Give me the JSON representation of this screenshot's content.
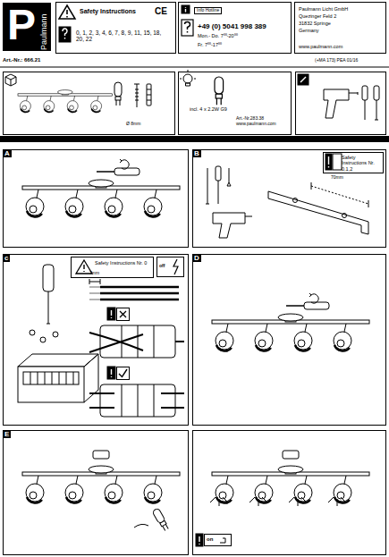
{
  "diagram": {
    "nodes": [
      {
        "text": [
          "P",
          "Paulmann"
        ]
      },
      {
        "text": [
          "Safety Instructions",
          "CE",
          "0, 1, 2, 3, 4, 6, 7, 8, 9, 11, 15, 18, 20, 22"
        ]
      },
      {
        "text": [
          "Info Hotline",
          "+49 (0) 5041 998 389",
          "Mon.- Do. 7⁰⁰-20⁰⁰",
          "Fr. 7⁰⁰-17⁰⁰"
        ]
      },
      {
        "text": [
          "Paulmann Licht GmbH",
          "Quezinger Feld 2",
          "31832 Springe",
          "Germany",
          "www.paulmann.com"
        ]
      },
      {
        "text": [
          "Ø 8mm"
        ]
      },
      {
        "text": [
          "incl. 4 x 2.2W G9",
          "Art.-Nr.283.38 www.paulmann.com"
        ]
      },
      {
        "text": [
          "A"
        ]
      },
      {
        "text": [
          "B"
        ]
      },
      {
        "text": [
          "Safety Instructions Nr. 0,1,2"
        ],
        "in": 7
      },
      {
        "text": [
          "c"
        ]
      },
      {
        "text": [
          "Safety Instructions Nr. 0"
        ],
        "in": 9
      },
      {
        "text": [
          "D"
        ]
      },
      {
        "text": [
          "E"
        ]
      }
    ],
    "labels": [
      "Art.-Nr.: 666.21",
      "(+MA 173) PEA 01/16",
      "70mm",
      "7mm",
      "off",
      "on"
    ]
  }
}
